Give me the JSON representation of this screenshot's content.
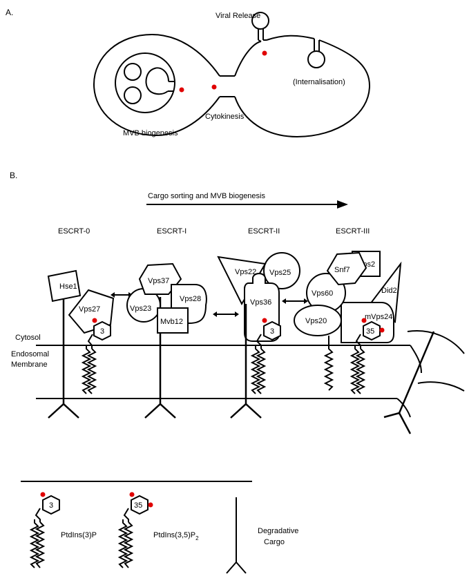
{
  "panel_a": {
    "label": "A.",
    "viral_release": "Viral Release",
    "internalisation": "(Internalisation)",
    "cytokinesis": "Cytokinesis",
    "mvb_biogenesis": "MVB biogenesis"
  },
  "panel_b": {
    "label": "B.",
    "arrow_label": "Cargo sorting and MVB biogenesis",
    "complexes": [
      "ESCRT-0",
      "ESCRT-I",
      "ESCRT-II",
      "ESCRT-III"
    ],
    "cytosol": "Cytosol",
    "membrane_line1": "Endosomal",
    "membrane_line2": "Membrane",
    "proteins": {
      "hse1": "Hse1",
      "vps27": "Vps27",
      "vps37": "Vps37",
      "vps23": "Vps23",
      "vps28": "Vps28",
      "mvb12": "Mvb12",
      "vps22": "Vps22",
      "vps25": "Vps25",
      "vps36": "Vps36",
      "snf7": "Snf7",
      "vps2": "Vps2",
      "vps60": "Vps60",
      "did2": "Did2",
      "mvps24": "mVps24",
      "vps20": "Vps20"
    },
    "pi_labels": {
      "escrt0": "3",
      "escrt2": "3",
      "escrt3": "35"
    }
  },
  "legend": {
    "pi3p_glyph": "3",
    "pi35p2_glyph": "35",
    "pi3p_label": "PtdIns(3)P",
    "pi35p2_label": "PtdIns(3,5)P",
    "pi35p2_subscript": "2",
    "cargo_line1": "Degradative",
    "cargo_line2": "Cargo"
  }
}
